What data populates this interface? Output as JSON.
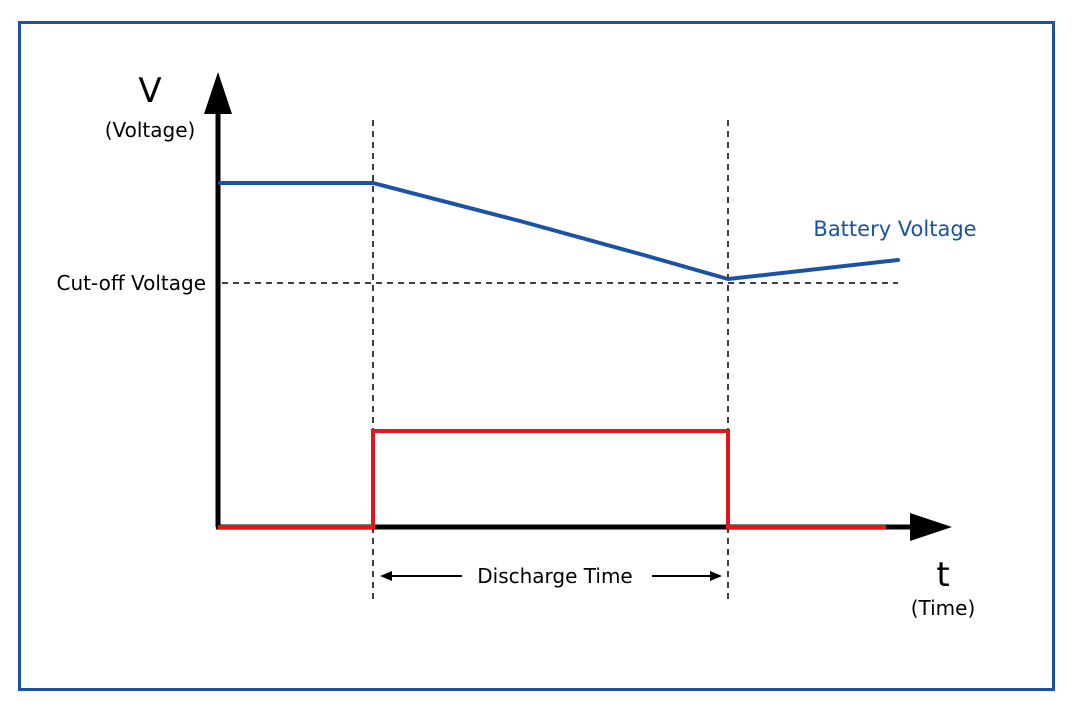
{
  "axes": {
    "y_symbol": "V",
    "y_name": "(Voltage)",
    "x_symbol": "t",
    "x_name": "(Time)"
  },
  "labels": {
    "cutoff": "Cut-off Voltage",
    "battery": "Battery Voltage",
    "discharge": "Discharge Time"
  },
  "colors": {
    "frame": "#1c52a6",
    "battery_line": "#1c52a6",
    "discharge_pulse": "#e8141b",
    "axis": "#000000"
  }
}
